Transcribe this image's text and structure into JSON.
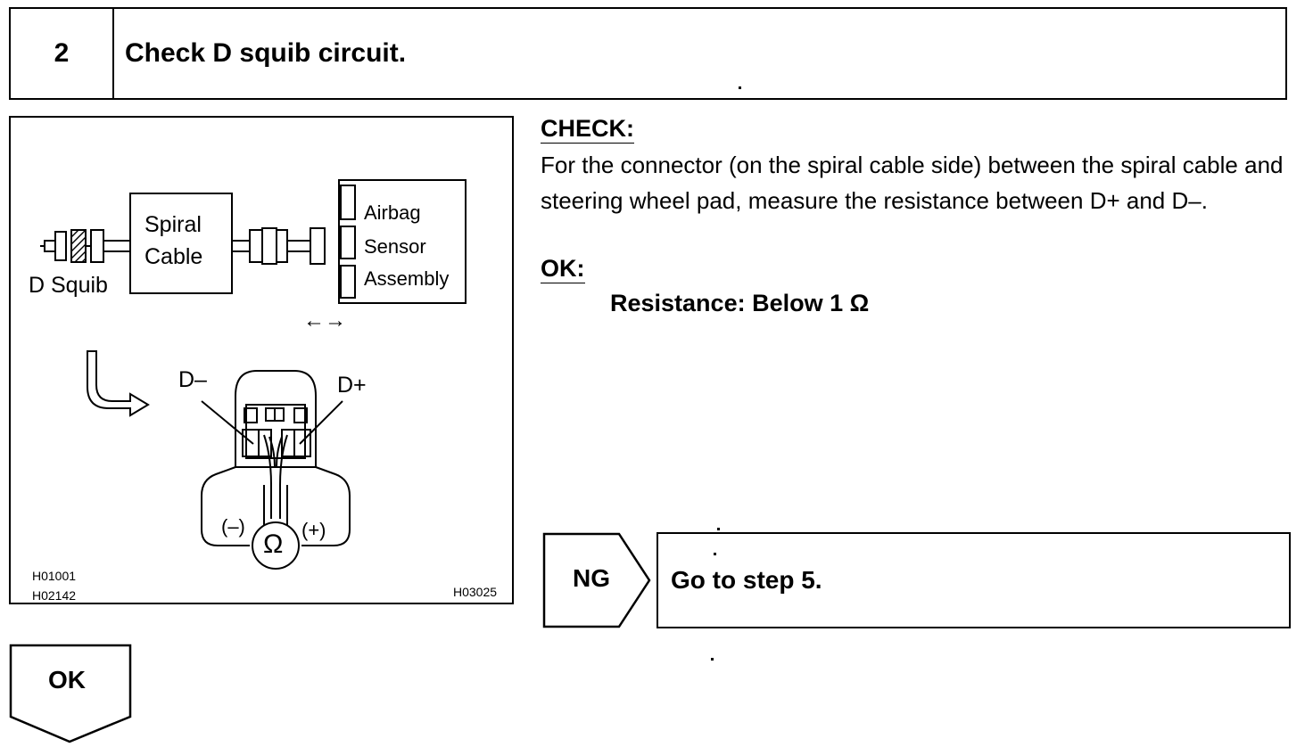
{
  "step": {
    "number": "2",
    "title": "Check D squib circuit."
  },
  "figure": {
    "labels": {
      "spiral_cable_line1": "Spiral",
      "spiral_cable_line2": "Cable",
      "d_squib": "D Squib",
      "airbag": "Airbag",
      "sensor": "Sensor",
      "assembly": "Assembly",
      "arrows": "←→",
      "d_minus": "D–",
      "d_plus": "D+",
      "meter_minus": "(–)",
      "meter_plus": "(+)",
      "ohm": "Ω"
    },
    "codes": {
      "left_line1": "H01001",
      "left_line2": "H02142",
      "right": "H03025"
    }
  },
  "check": {
    "label": "CHECK:",
    "text": "For the connector (on the spiral cable side) between the spiral cable and steering wheel pad, measure the resistance between D+ and D–."
  },
  "ok_spec": {
    "label": "OK:",
    "resistance": "Resistance: Below 1 Ω"
  },
  "ng": {
    "label": "NG",
    "action": "Go to step 5."
  },
  "ok_flow": {
    "label": "OK"
  }
}
